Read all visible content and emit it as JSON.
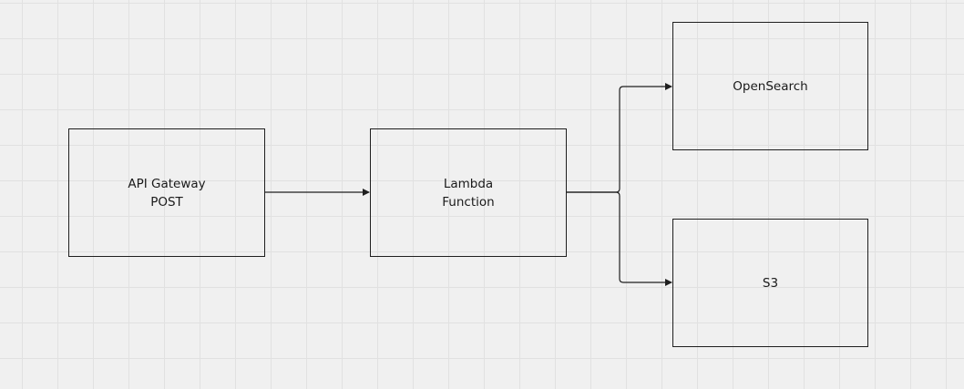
{
  "colors": {
    "canvas_background": "#f0f0f0",
    "grid_line": "#e1e1e1",
    "stroke": "#1f1f1f",
    "text": "#1a1a1a"
  },
  "nodes": {
    "api_gateway": {
      "line1": "API Gateway",
      "line2": "POST"
    },
    "lambda": {
      "line1": "Lambda",
      "line2": "Function"
    },
    "opensearch": {
      "label": "OpenSearch"
    },
    "s3": {
      "label": "S3"
    }
  },
  "edges": [
    {
      "from": "API Gateway POST",
      "to": "Lambda Function"
    },
    {
      "from": "Lambda Function",
      "to": "OpenSearch"
    },
    {
      "from": "Lambda Function",
      "to": "S3"
    }
  ]
}
